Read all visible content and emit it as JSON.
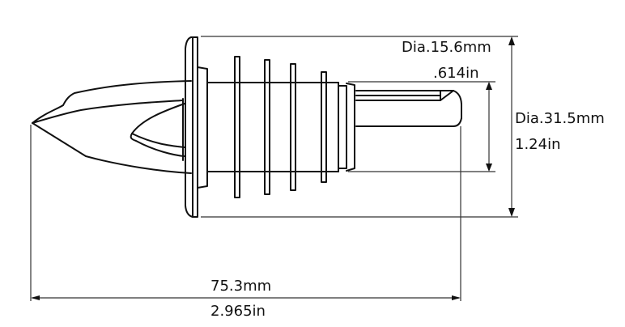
{
  "drawing": {
    "subject": "pour spout side view",
    "line_color": "#111111",
    "dim_line_color": "#333333",
    "background": "#ffffff"
  },
  "dimensions": {
    "inner_diameter": {
      "metric": "Dia.15.6mm",
      "imperial": ".614in"
    },
    "outer_diameter": {
      "metric": "Dia.31.5mm",
      "imperial": "1.24in"
    },
    "overall_length": {
      "metric": "75.3mm",
      "imperial": "2.965in"
    }
  }
}
